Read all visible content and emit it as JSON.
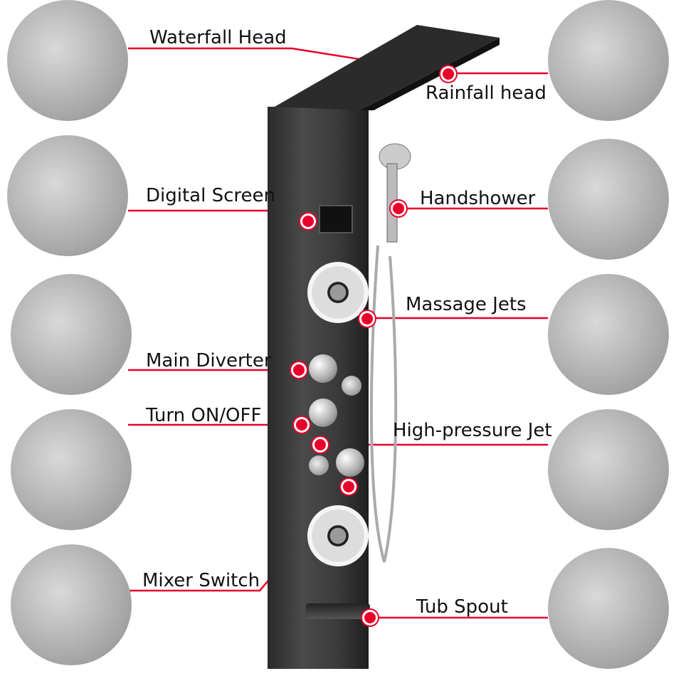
{
  "labels": {
    "waterfall_head": "Waterfall Head",
    "rainfall_head": "Rainfall head",
    "digital_screen": "Digital Screen",
    "handshower": "Handshower",
    "massage_jets": "Massage Jets",
    "main_diverter": "Main Diverter",
    "turn_on_off": "Turn ON/OFF",
    "high_pressure_jet": "High-pressure Jet",
    "mixer_switch": "Mixer Switch",
    "tub_spout": "Tub Spout"
  },
  "colors": {
    "callout": "#e8002a",
    "panel": "#333333"
  }
}
